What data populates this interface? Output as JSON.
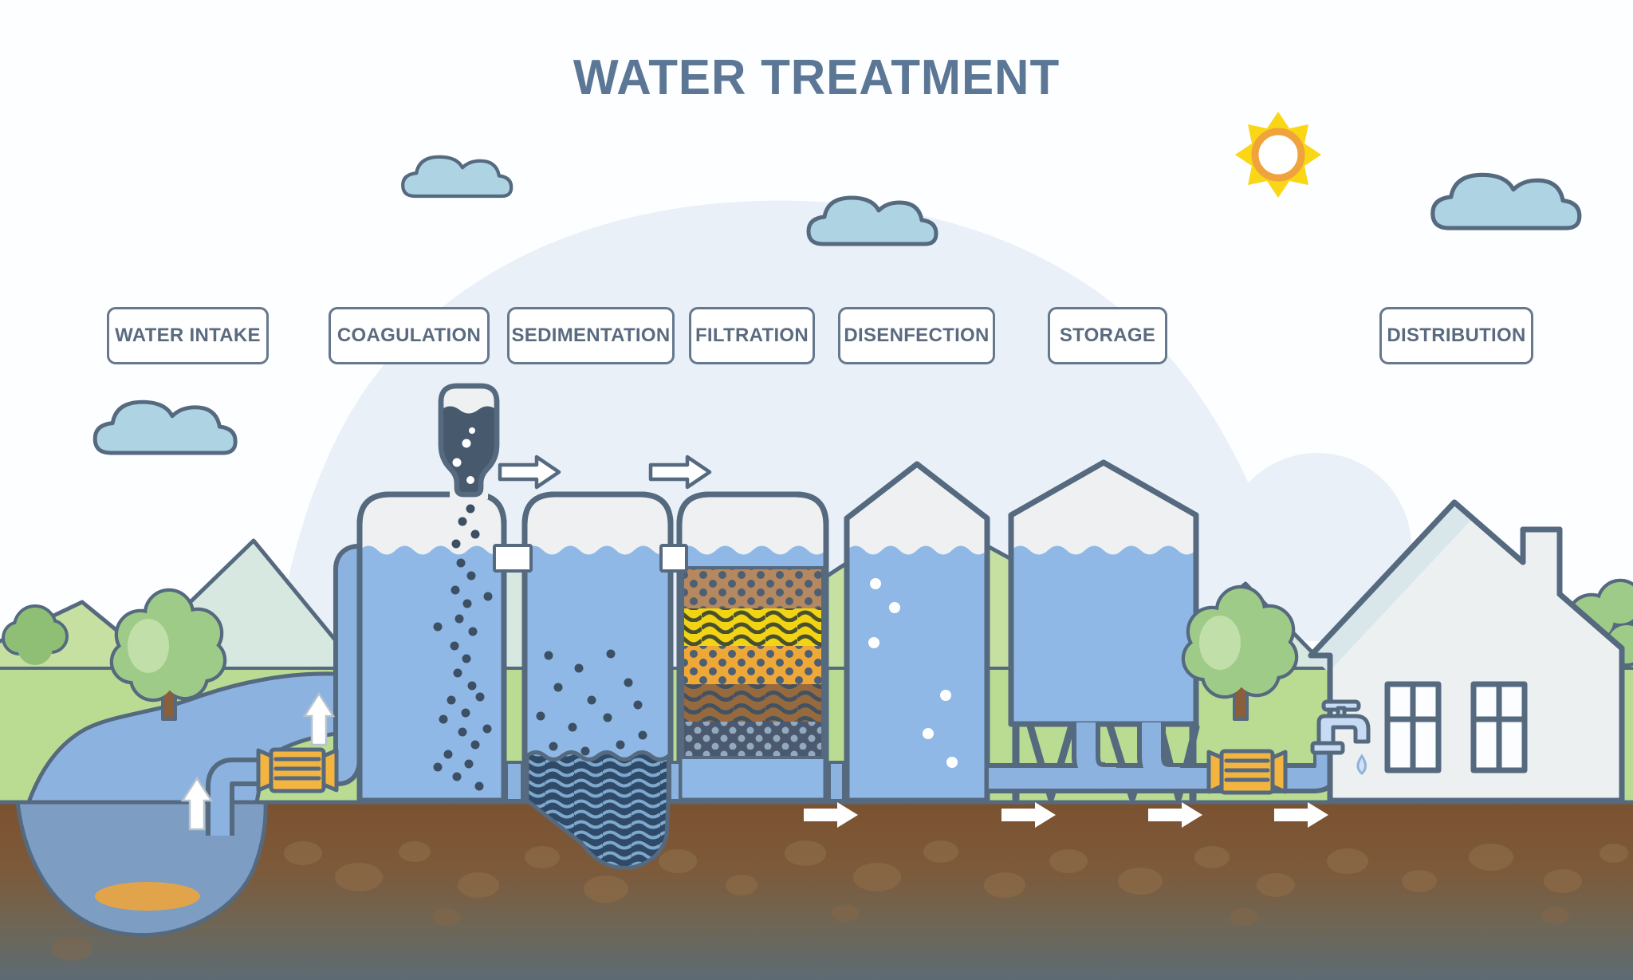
{
  "title": "WATER TREATMENT",
  "stages": [
    {
      "id": "water-intake",
      "label": "WATER INTAKE"
    },
    {
      "id": "coagulation",
      "label": "COAGULATION"
    },
    {
      "id": "sedimentation",
      "label": "SEDIMENTATION"
    },
    {
      "id": "filtration",
      "label": "FILTRATION"
    },
    {
      "id": "disenfection",
      "label": "DISENFECTION"
    },
    {
      "id": "storage",
      "label": "STORAGE"
    },
    {
      "id": "distribution",
      "label": "DISTRIBUTION"
    }
  ],
  "scene": {
    "icons": [
      "sun-icon",
      "cloud-icon",
      "flow-arrow-icon",
      "up-arrow-icon",
      "pump-icon",
      "faucet-icon",
      "water-drop-icon",
      "house-icon",
      "tree-icon",
      "coagulant-bottle-icon"
    ],
    "clouds": 4,
    "flow_arrows_right": 6,
    "flow_arrows_up": 2,
    "tanks": [
      "coagulation-tank",
      "sedimentation-tank",
      "filtration-tank",
      "disinfection-tank",
      "storage-tank"
    ],
    "filter_layers": [
      "gravel-tan",
      "sand-yellow",
      "gravel-orange",
      "sand-brown",
      "activated-carbon"
    ]
  },
  "colors": {
    "outline": "#55697f",
    "title": "#5b7795",
    "labelText": "#5a6b80",
    "labelBorder": "#66788e",
    "water": "#8fb8e6",
    "pond": "#7d9dc2",
    "river": "#8cb2e0",
    "headspace": "#eef0f1",
    "skyBlob": "#e9f0f8",
    "cloud": "#aed3e2",
    "sun": "#f9d616",
    "sunRing": "#f0a23c",
    "grass": "#b9dc92",
    "mountainTeal": "#d6e8df",
    "mountainGreen": "#c6e0a2",
    "treeGreen": "#9fcb88",
    "treeLight": "#c0dfa9",
    "bush": "#8fbf75",
    "trunk": "#8a5f3c",
    "soilTop": "#7b5230",
    "soilBlob": "#8a6a47",
    "soilBottom": "#5d6a74",
    "sand": "#e2a44a",
    "pipe": "#8cb2e0",
    "pump": "#f4b440",
    "bottleLiquid": "#47596d",
    "particle": "#3c4f63",
    "sludge": "#2e4a68",
    "sludgeWave": "#7ea8cc",
    "filterTan": "#b5885f",
    "filterYellow": "#f2d414",
    "filterOrange": "#eea838",
    "filterBrown": "#97693f",
    "filterSlate": "#4a596d",
    "houseBody": "#edf0f1",
    "roof": "#d9e7ea",
    "faucet": "#c7dcf4"
  }
}
